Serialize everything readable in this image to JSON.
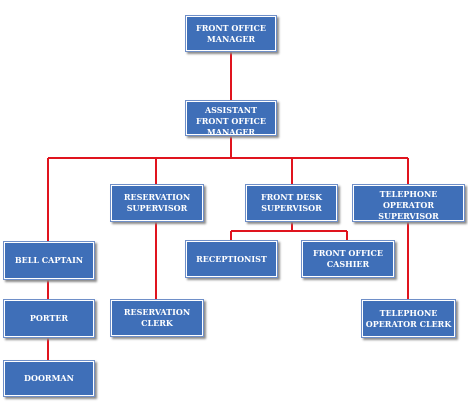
{
  "org_chart": {
    "front_office_manager": "FRONT OFFICE\nMANAGER",
    "assistant_front_office_manager": "ASSISTANT\nFRONT OFFICE\nMANAGER",
    "reservation_supervisor": "RESERVATION\nSUPERVISOR",
    "front_desk_supervisor": "FRONT DESK\nSUPERVISOR",
    "telephone_supervisor": "TELEPHONE\nOPERATOR\nSUPERVISOR",
    "bell_captain": "BELL CAPTAIN",
    "receptionist": "RECEPTIONIST",
    "front_office_cashier": "FRONT OFFICE\nCASHIER",
    "porter": "PORTER",
    "reservation_clerk": "RESERVATION\nCLERK",
    "telephone_operator_clerk": "TELEPHONE\nOPERATOR CLERK",
    "doorman": "DOORMAN"
  },
  "colors": {
    "box_fill": "#3f6fb8",
    "connector": "#e0141e",
    "text": "#ffffff"
  }
}
